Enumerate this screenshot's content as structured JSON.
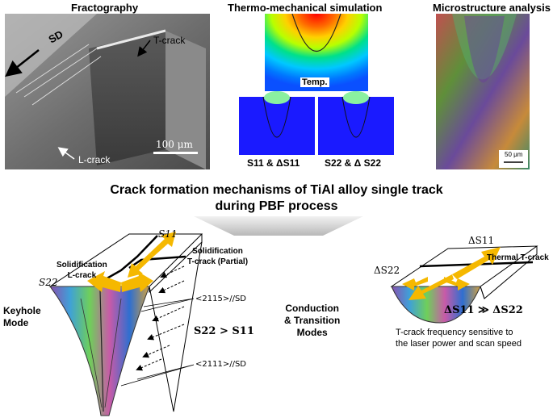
{
  "headers": {
    "fractography": "Fractography",
    "thermo": "Thermo-mechanical simulation",
    "micro": "Microstructure analysis"
  },
  "fracto": {
    "sd": "SD",
    "tcrack": "T-crack",
    "lcrack": "L-crack",
    "scale": "100 μm"
  },
  "thermo": {
    "temp": "Temp.",
    "s11": "S11 & ΔS11",
    "s22": "S22 & Δ S22"
  },
  "micro": {
    "scale": "50 μm"
  },
  "title": {
    "line1": "Crack formation mechanisms of TiAl alloy single track",
    "line2": "during PBF process"
  },
  "keyhole": {
    "mode": [
      "Keyhole",
      "Mode"
    ],
    "s11": "S11",
    "s22": "S22",
    "sol_lcrack": [
      "Solidification",
      "L-crack"
    ],
    "sol_tcrack": [
      "Solidification",
      "T-crack (Partial)"
    ],
    "dir1": "<2115>//SD",
    "dir2": "<2111>//SD",
    "relation": "S22 > S11"
  },
  "conduction": {
    "mode": [
      "Conduction",
      "& Transition",
      "Modes"
    ],
    "ds11": "ΔS11",
    "ds22": "ΔS22",
    "thermal": "Thermal T-crack",
    "relation": "ΔS11 ≫ ΔS22",
    "note": [
      "T-crack frequency sensitive to",
      "the laser power and scan speed"
    ]
  },
  "colors": {
    "arrow": "#f5b800",
    "sim_blue": "#1a1aff"
  }
}
